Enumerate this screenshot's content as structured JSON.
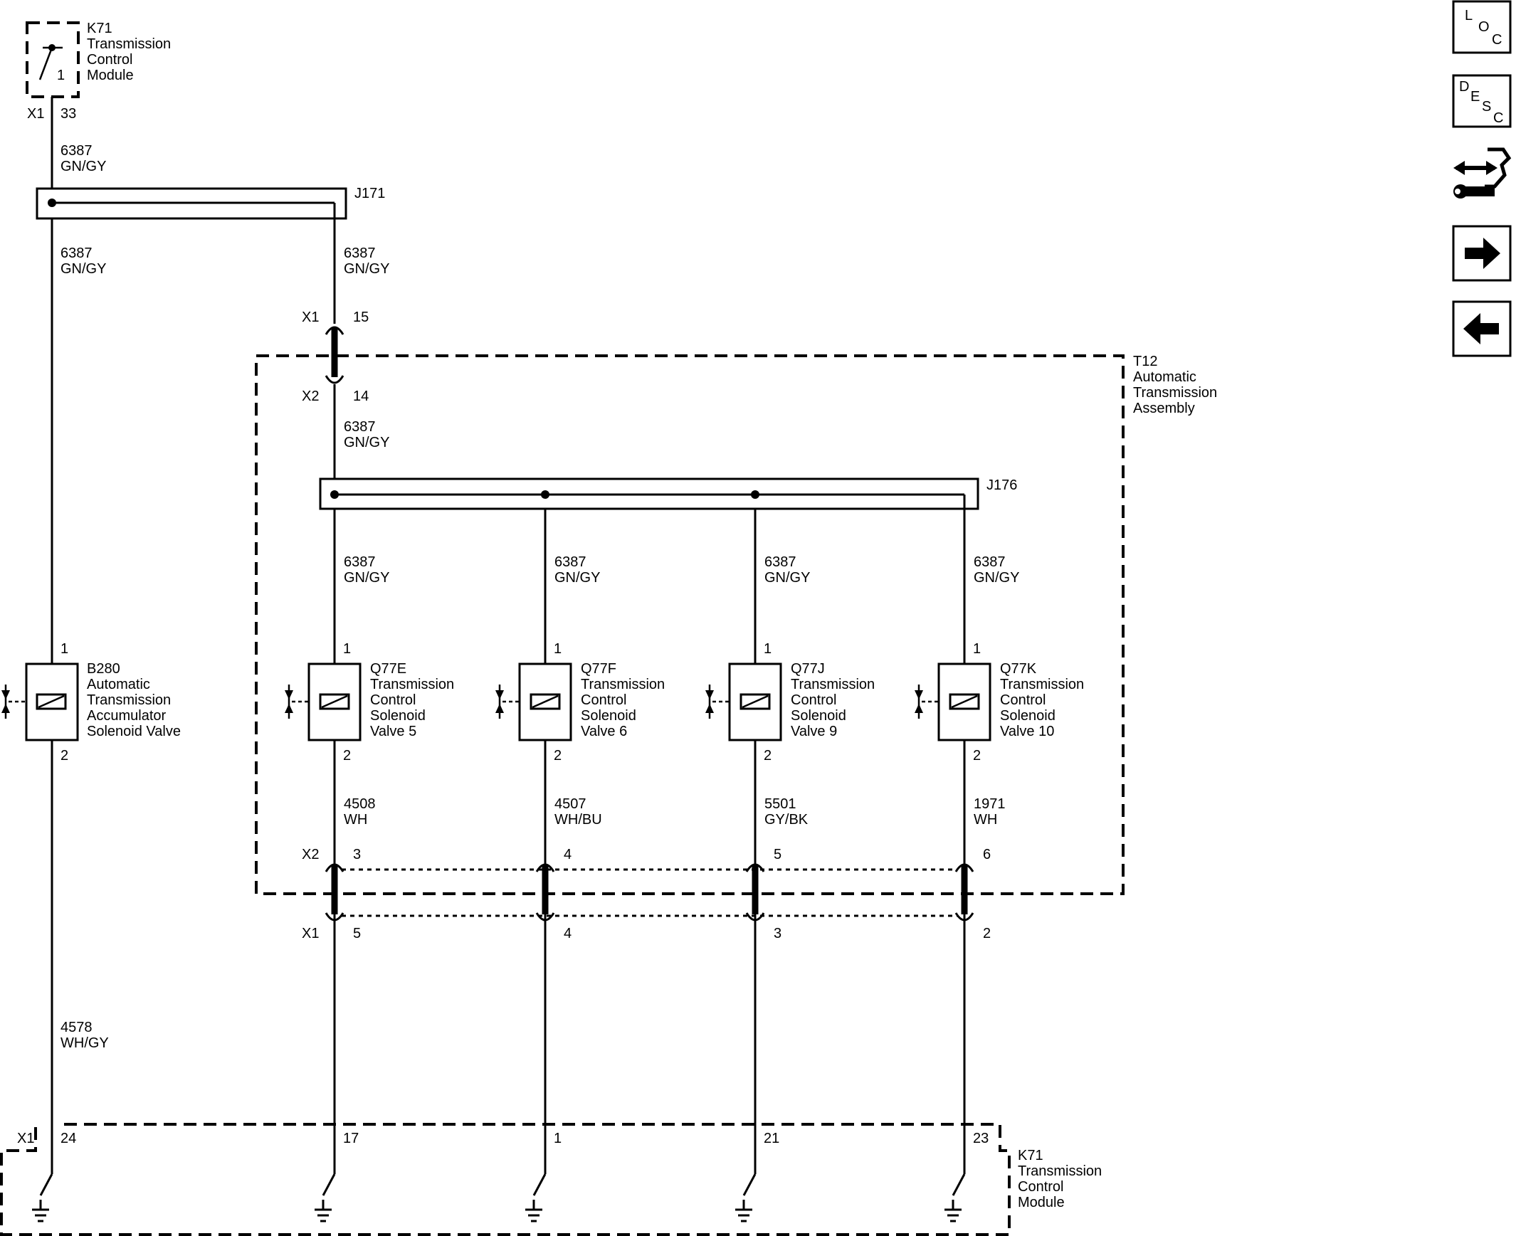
{
  "top_module": {
    "id": "K71",
    "name_lines": [
      "Transmission",
      "Control",
      "Module"
    ],
    "pin": "1",
    "connector": "X1",
    "connector_pin": "33"
  },
  "trunk_wire": {
    "circuit": "6387",
    "color": "GN/GY"
  },
  "splice_1": "J171",
  "splice_2": "J176",
  "assembly": {
    "id": "T12",
    "name_lines": [
      "Automatic",
      "Transmission",
      "Assembly"
    ]
  },
  "inline_connector": {
    "upper_connector": "X1",
    "upper_pin": "15",
    "lower_connector": "X2",
    "lower_pin": "14"
  },
  "b280": {
    "id": "B280",
    "name_lines": [
      "Automatic",
      "Transmission",
      "Accumulator",
      "Solenoid Valve"
    ],
    "pin_top": "1",
    "pin_bottom": "2",
    "out_circuit": "4578",
    "out_color": "WH/GY",
    "tcm_connector": "X1",
    "tcm_pin": "24"
  },
  "solenoids": [
    {
      "id": "Q77E",
      "name_lines": [
        "Transmission",
        "Control",
        "Solenoid",
        "Valve 5"
      ],
      "pin_top": "1",
      "pin_bottom": "2",
      "circuit": "4508",
      "color": "WH",
      "x2_pin": "3",
      "x1_pin": "5",
      "tcm_pin": "17"
    },
    {
      "id": "Q77F",
      "name_lines": [
        "Transmission",
        "Control",
        "Solenoid",
        "Valve 6"
      ],
      "pin_top": "1",
      "pin_bottom": "2",
      "circuit": "4507",
      "color": "WH/BU",
      "x2_pin": "4",
      "x1_pin": "4",
      "tcm_pin": "1"
    },
    {
      "id": "Q77J",
      "name_lines": [
        "Transmission",
        "Control",
        "Solenoid",
        "Valve 9"
      ],
      "pin_top": "1",
      "pin_bottom": "2",
      "circuit": "5501",
      "color": "GY/BK",
      "x2_pin": "5",
      "x1_pin": "3",
      "tcm_pin": "21"
    },
    {
      "id": "Q77K",
      "name_lines": [
        "Transmission",
        "Control",
        "Solenoid",
        "Valve 10"
      ],
      "pin_top": "1",
      "pin_bottom": "2",
      "circuit": "1971",
      "color": "WH",
      "x2_pin": "6",
      "x1_pin": "2",
      "tcm_pin": "23"
    }
  ],
  "x2_label": "X2",
  "x1_label": "X1",
  "bottom_module": {
    "id": "K71",
    "name_lines": [
      "Transmission",
      "Control",
      "Module"
    ],
    "connector": "X1"
  },
  "nav": {
    "loc": [
      "L",
      "O",
      "C"
    ],
    "desc": [
      "D",
      "E",
      "S",
      "C"
    ],
    "icons": [
      "connector-info-icon",
      "arrow-right-icon",
      "arrow-left-icon"
    ]
  }
}
